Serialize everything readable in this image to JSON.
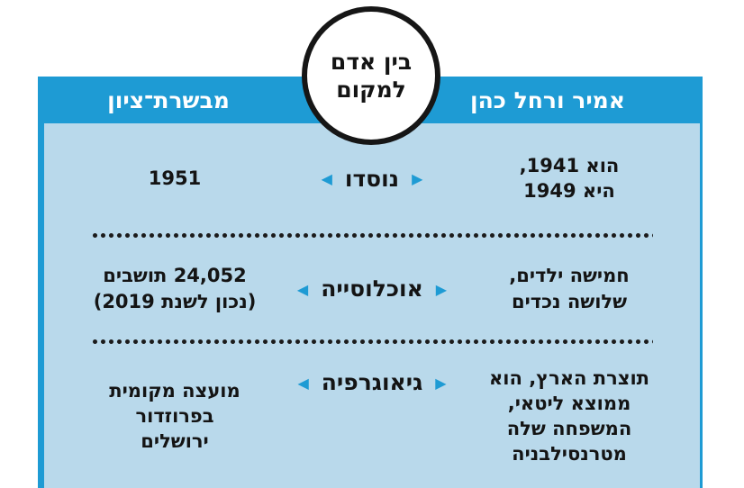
{
  "badge": {
    "line1": "בין אדם",
    "line2": "למקום"
  },
  "header": {
    "place": "מבשרת־ציון",
    "couple": "אמיר ורחל כהן"
  },
  "icons": {
    "arrow_left": "◀",
    "arrow_right": "▶"
  },
  "rows": [
    {
      "label": "נוסדו",
      "left": [
        "1951"
      ],
      "right": [
        "הוא 1941,",
        "היא 1949"
      ]
    },
    {
      "label": "אוכלוסייה",
      "left": [
        "24,052 תושבים",
        "(נכון לשנת 2019)"
      ],
      "right": [
        "חמישה ילדים,",
        "שלושה נכדים"
      ]
    },
    {
      "label": "גיאוגרפיה",
      "left": [
        "מועצה מקומית",
        "בפרוזדור",
        "ירושלים"
      ],
      "right": [
        "תוצרת הארץ, הוא",
        "ממוצא ליטאי,",
        "המשפחה שלה",
        "מטרנסילבניה"
      ]
    }
  ],
  "colors": {
    "header_blue": "#1e9bd4",
    "panel_blue": "#b9d9eb",
    "arrow_blue": "#1e9bd4",
    "dot_black": "#1b1b1b"
  }
}
